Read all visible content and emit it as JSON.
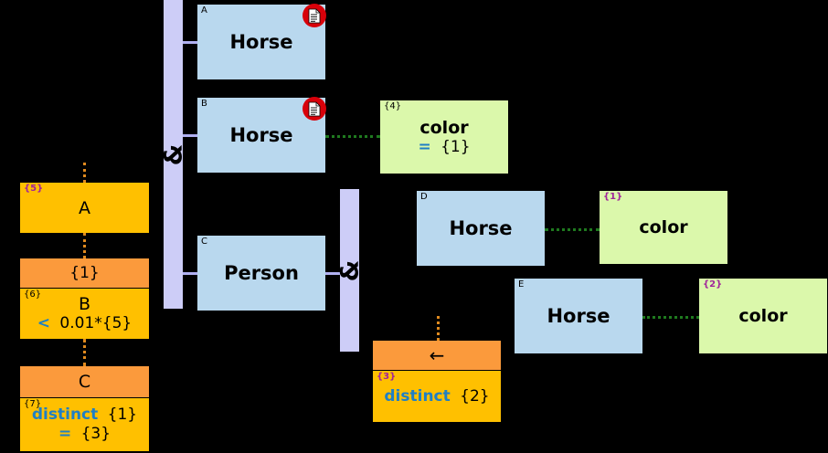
{
  "diagram": {
    "background": "#000000",
    "colors": {
      "entity": "#b9d8ee",
      "attribute": "#dbf8ab",
      "yellow": "#ffc000",
      "orange": "#fb9a3c",
      "lavender": "#cdcdf7",
      "green_link": "#1f7a1f",
      "orange_dash": "#e08a1e",
      "operator_blue": "#1f7fc4",
      "tag_magenta": "#a0249a",
      "badge_red": "#d8010a"
    },
    "and_operators": [
      {
        "name": "and-bar-left",
        "symbol": "&"
      },
      {
        "name": "and-bar-right",
        "symbol": "&"
      }
    ],
    "entities": [
      {
        "corner": "A",
        "title": "Horse",
        "badge": "document-icon"
      },
      {
        "corner": "B",
        "title": "Horse",
        "badge": "document-icon"
      },
      {
        "corner": "C",
        "title": "Person",
        "badge": null
      },
      {
        "corner": "D",
        "title": "Horse",
        "badge": null
      },
      {
        "corner": "E",
        "title": "Horse",
        "badge": null
      }
    ],
    "attributes": [
      {
        "corner": "{4}",
        "title": "color",
        "op": "=",
        "value": "{1}"
      },
      {
        "corner": "{1}",
        "title": "color",
        "op": "",
        "value": ""
      },
      {
        "corner": "{2}",
        "title": "color",
        "op": "",
        "value": ""
      }
    ],
    "left_column": [
      {
        "corner": "{5}",
        "title": "A",
        "band": null,
        "op": "",
        "value": ""
      },
      {
        "corner": "{6}",
        "title": "B",
        "band": "{1}",
        "op": "<",
        "value": "0.01*{5}"
      },
      {
        "corner": "{7}",
        "title": "",
        "band": "C",
        "op": "distinct",
        "value": "{1}",
        "op2": "=",
        "value2": "{3}"
      }
    ],
    "center_bottom": {
      "corner": "{3}",
      "band": "←",
      "op": "distinct",
      "value": "{2}"
    }
  }
}
